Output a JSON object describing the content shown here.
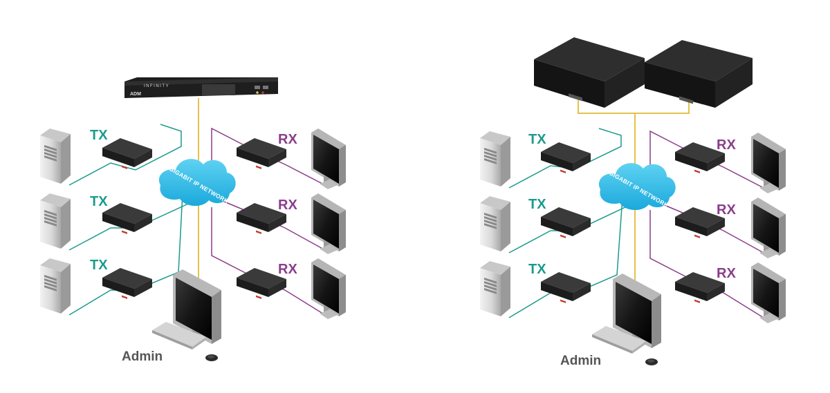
{
  "colors": {
    "tx": "#1a9a8c",
    "rx": "#8a3c8c",
    "net": "#e3c24a",
    "cloud": "#2ec0e8",
    "admin": "#555555",
    "device": "#222222"
  },
  "diagrams": [
    {
      "cloud_label": "GIGABIT IP NETWORK",
      "manager_brand": "INFINITY",
      "manager_logo": "ADM",
      "tx_labels": [
        "TX",
        "TX",
        "TX"
      ],
      "rx_labels": [
        "RX",
        "RX",
        "RX"
      ],
      "admin_label": "Admin"
    },
    {
      "cloud_label": "GIGABIT IP NETWORK",
      "tx_labels": [
        "TX",
        "TX",
        "TX"
      ],
      "rx_labels": [
        "RX",
        "RX",
        "RX"
      ],
      "admin_label": "Admin"
    }
  ]
}
